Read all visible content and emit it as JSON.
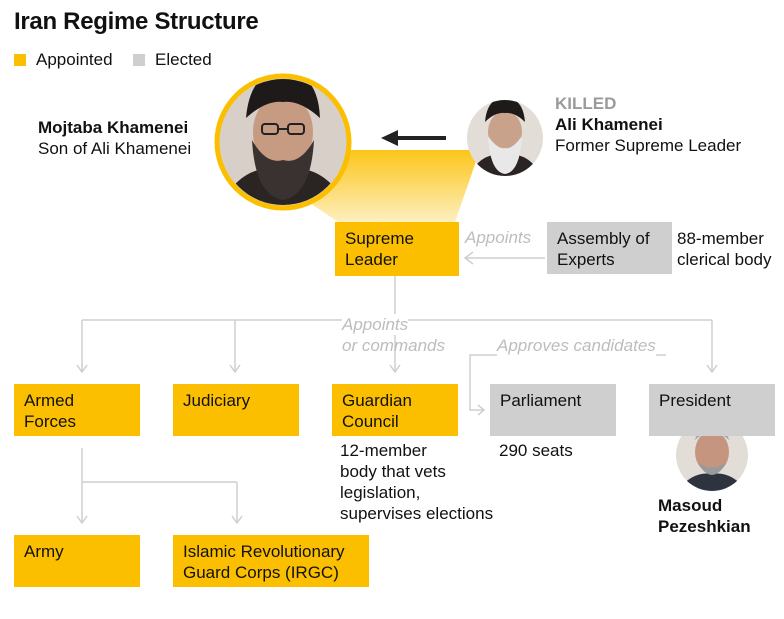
{
  "title": "Iran Regime Structure",
  "legend": {
    "appointed_label": "Appointed",
    "elected_label": "Elected",
    "appointed_color": "#fbbf00",
    "elected_color": "#cfcfcf"
  },
  "people": {
    "mojtaba": {
      "name": "Mojtaba Khamenei",
      "desc": "Son of Ali Khamenei"
    },
    "ali": {
      "status": "KILLED",
      "name": "Ali Khamenei",
      "desc": "Former Supreme Leader"
    },
    "pezeshkian": {
      "name_line1": "Masoud",
      "name_line2": "Pezeshkian"
    }
  },
  "nodes": {
    "supreme_leader": {
      "line1": "Supreme",
      "line2": "Leader"
    },
    "assembly": {
      "line1": "Assembly of",
      "line2": "Experts",
      "note_line1": "88-member",
      "note_line2": "clerical body"
    },
    "armed_forces": {
      "line1": "Armed",
      "line2": "Forces"
    },
    "judiciary": {
      "line1": "Judiciary"
    },
    "guardian": {
      "line1": "Guardian",
      "line2": "Council",
      "note_lines": [
        "12-member",
        "body that vets",
        "legislation,",
        "supervises elections"
      ]
    },
    "parliament": {
      "line1": "Parliament",
      "note": "290 seats"
    },
    "president": {
      "line1": "President"
    },
    "army": {
      "line1": "Army"
    },
    "irgc": {
      "line1": "Islamic Revolutionary",
      "line2": "Guard Corps (IRGC)"
    }
  },
  "edge_labels": {
    "appoints": "Appoints",
    "appoints_or": "Appoints",
    "or_commands": "or commands",
    "approves": "Approves candidates"
  }
}
